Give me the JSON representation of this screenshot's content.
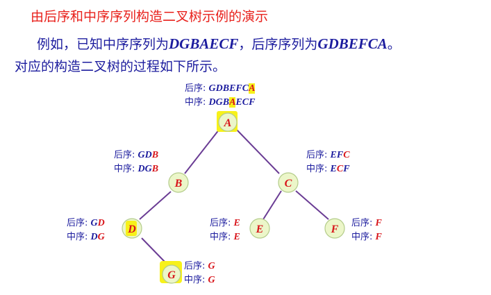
{
  "title": "由后序和中序序列构造二叉树示例的演示",
  "para1_pre": "例如，已知中序序列为",
  "inorder": "DGBAECF",
  "para1_mid": "，后序序列为",
  "postorder": "GDBEFCA",
  "para1_end": "。",
  "para2": "对应的构造二叉树的过程如下所示。",
  "post_label": "后序: ",
  "in_label": "中序: ",
  "nodes": {
    "A": {
      "label": "A"
    },
    "B": {
      "label": "B"
    },
    "C": {
      "label": "C"
    },
    "D": {
      "label": "D"
    },
    "E": {
      "label": "E"
    },
    "F": {
      "label": "F"
    },
    "G": {
      "label": "G"
    }
  },
  "annotations": {
    "A": {
      "post_a": "GDBEFC",
      "post_b": "A",
      "in_a": "DGB",
      "in_b": "A",
      "in_c": "ECF"
    },
    "B": {
      "post_a": "GD",
      "post_b": "B",
      "in_a": "DG",
      "in_b": "B"
    },
    "C": {
      "post_a": "EF",
      "post_b": "C",
      "in_a": "E",
      "in_b": "C",
      "in_c": "F"
    },
    "D": {
      "post_a": "G",
      "post_b": "D",
      "in_a": "D",
      "in_b": "G"
    },
    "E": {
      "post": "E",
      "in": "E"
    },
    "F": {
      "post": "F",
      "in": "F"
    },
    "G": {
      "post": "G",
      "in": "G"
    }
  },
  "colors": {
    "title": "#e8201b",
    "text": "#1c1c9e",
    "highlight": "#f7f11a",
    "edge": "#6a3c94",
    "node_fill": "#ecf6c9",
    "node_label": "#d8151b"
  }
}
